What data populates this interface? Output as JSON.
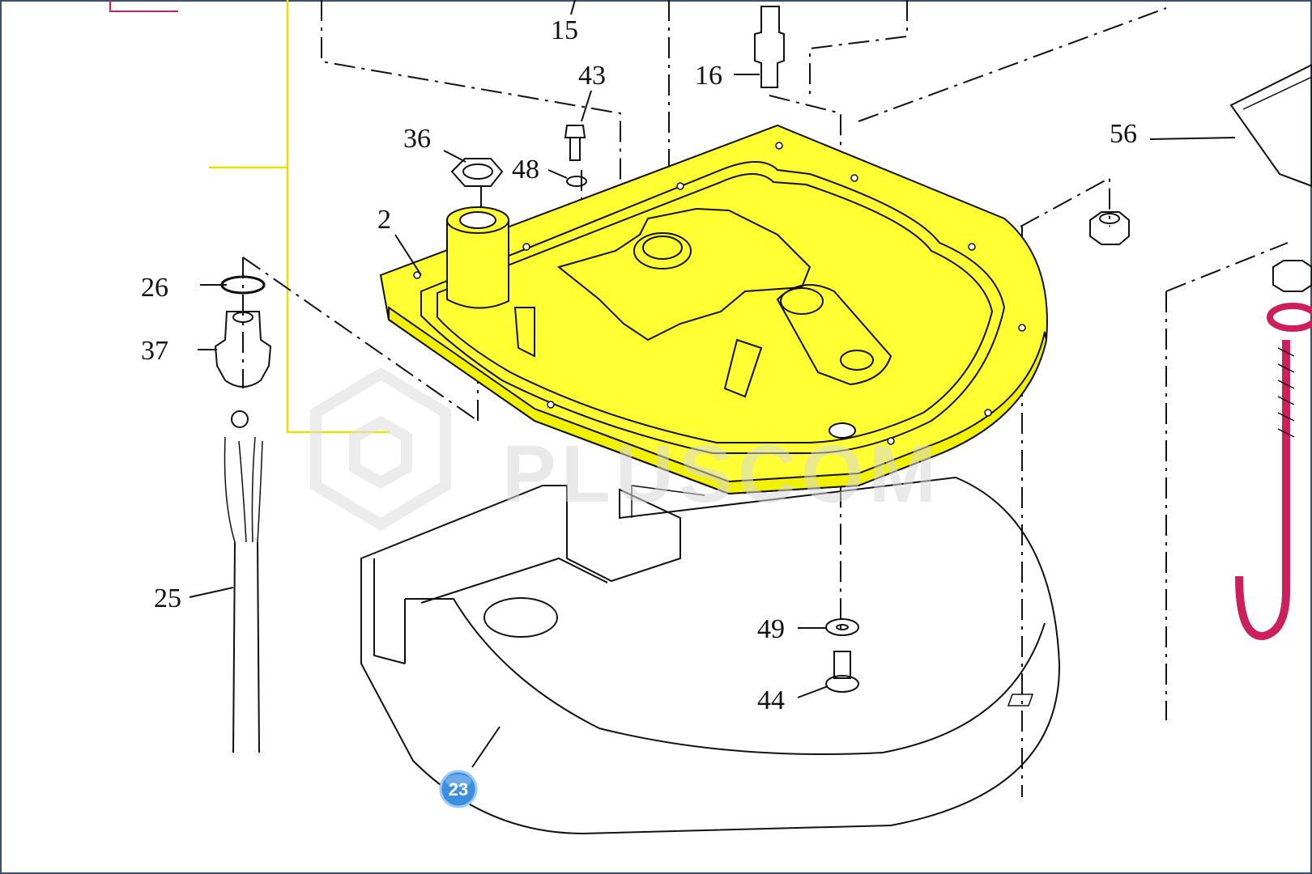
{
  "diagram": {
    "watermark": "PLUSCOM",
    "highlight_color": "#ffff33",
    "accent_color": "#cc1f5c",
    "badge_color": "#3b8fe0",
    "selected_part": "23",
    "part_labels": [
      {
        "id": "15",
        "text": "15"
      },
      {
        "id": "16",
        "text": "16"
      },
      {
        "id": "43",
        "text": "43"
      },
      {
        "id": "36",
        "text": "36"
      },
      {
        "id": "48",
        "text": "48"
      },
      {
        "id": "2",
        "text": "2"
      },
      {
        "id": "56",
        "text": "56"
      },
      {
        "id": "26",
        "text": "26"
      },
      {
        "id": "37",
        "text": "37"
      },
      {
        "id": "25",
        "text": "25"
      },
      {
        "id": "49",
        "text": "49"
      },
      {
        "id": "44",
        "text": "44"
      }
    ]
  }
}
